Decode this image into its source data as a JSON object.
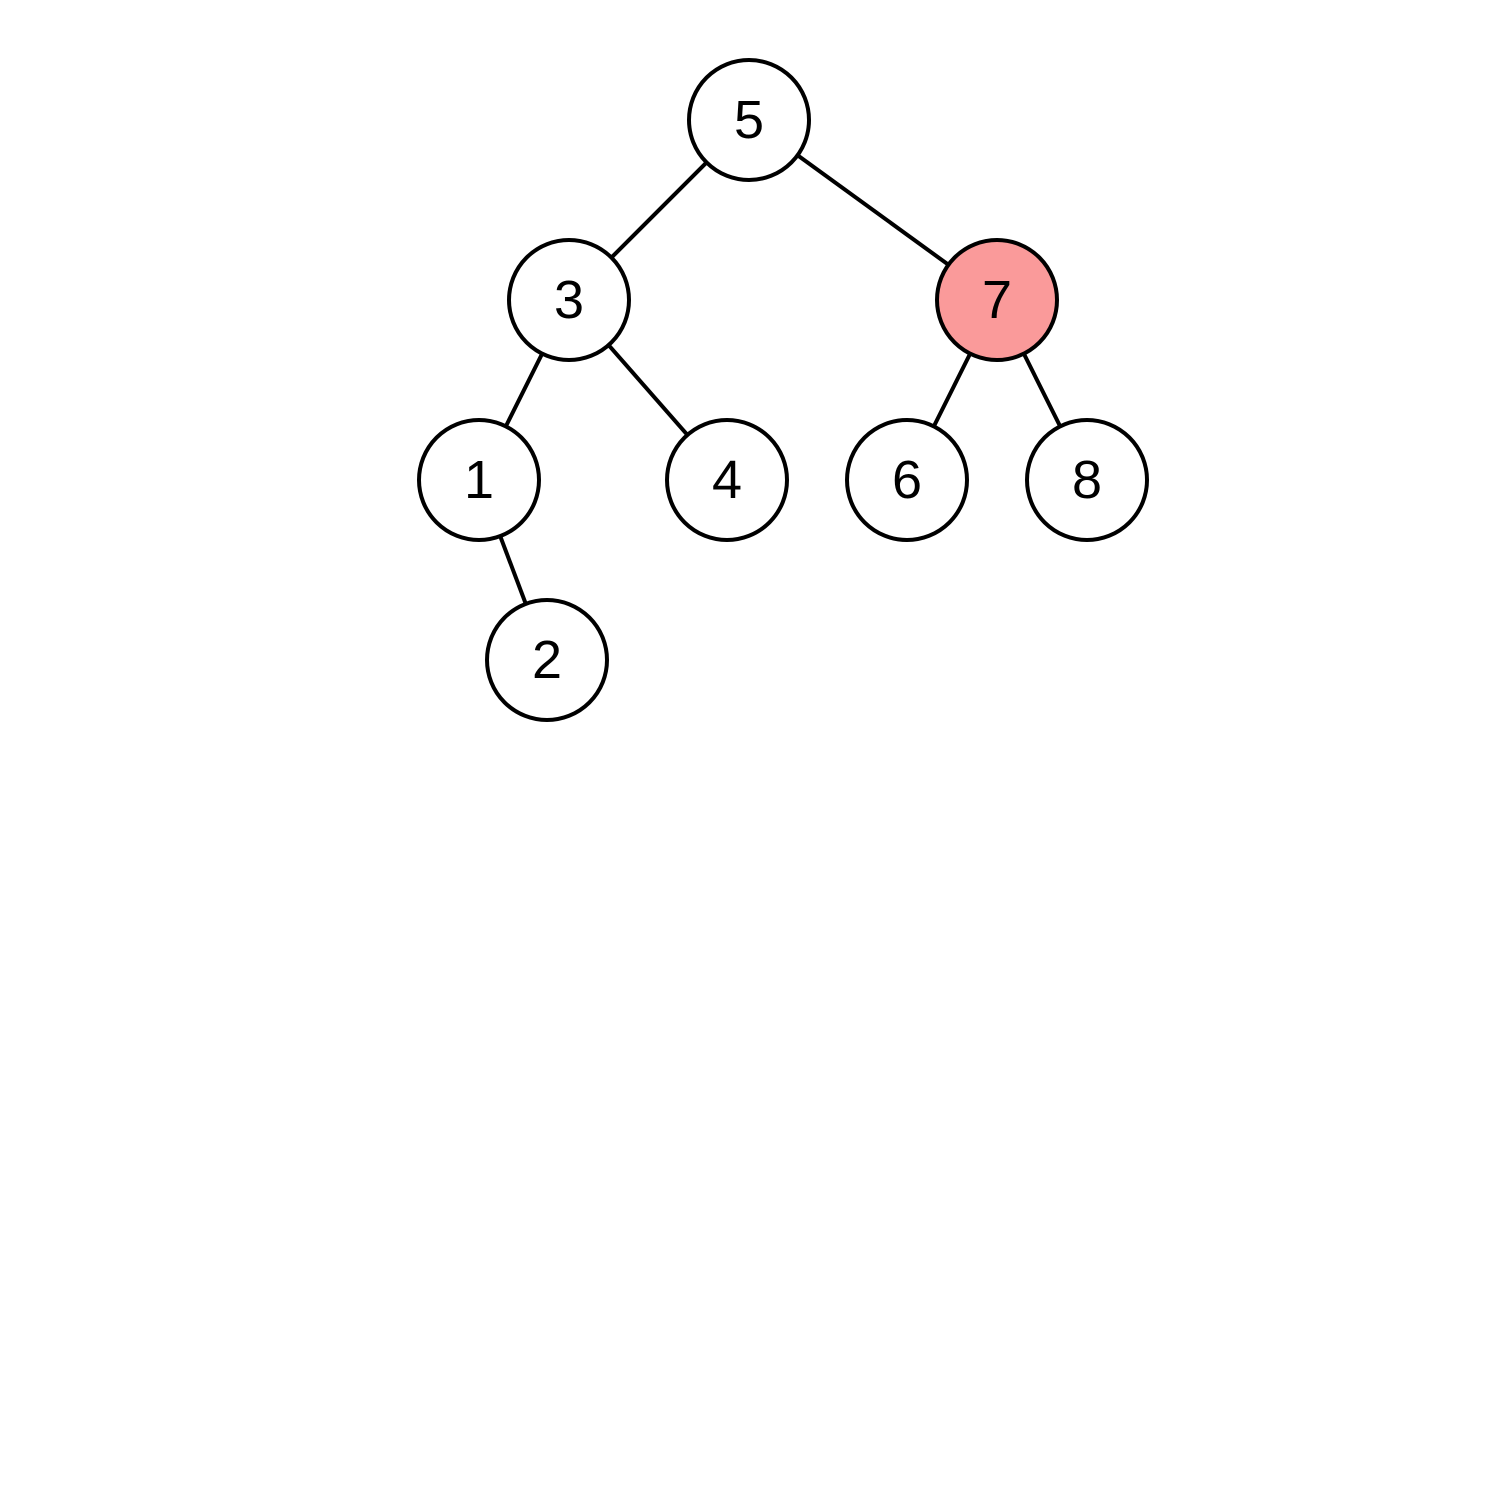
{
  "tree": {
    "nodes": [
      {
        "id": "n5",
        "label": "5",
        "highlighted": false
      },
      {
        "id": "n3",
        "label": "3",
        "highlighted": false
      },
      {
        "id": "n7",
        "label": "7",
        "highlighted": true
      },
      {
        "id": "n1",
        "label": "1",
        "highlighted": false
      },
      {
        "id": "n4",
        "label": "4",
        "highlighted": false
      },
      {
        "id": "n6",
        "label": "6",
        "highlighted": false
      },
      {
        "id": "n8",
        "label": "8",
        "highlighted": false
      },
      {
        "id": "n2",
        "label": "2",
        "highlighted": false
      }
    ],
    "edges": [
      {
        "from": "n5",
        "to": "n3"
      },
      {
        "from": "n5",
        "to": "n7"
      },
      {
        "from": "n3",
        "to": "n1"
      },
      {
        "from": "n3",
        "to": "n4"
      },
      {
        "from": "n7",
        "to": "n6"
      },
      {
        "from": "n7",
        "to": "n8"
      },
      {
        "from": "n1",
        "to": "n2"
      }
    ]
  },
  "colors": {
    "node_fill": "#ffffff",
    "highlight_fill": "#fa9a9a",
    "stroke": "#000000"
  }
}
